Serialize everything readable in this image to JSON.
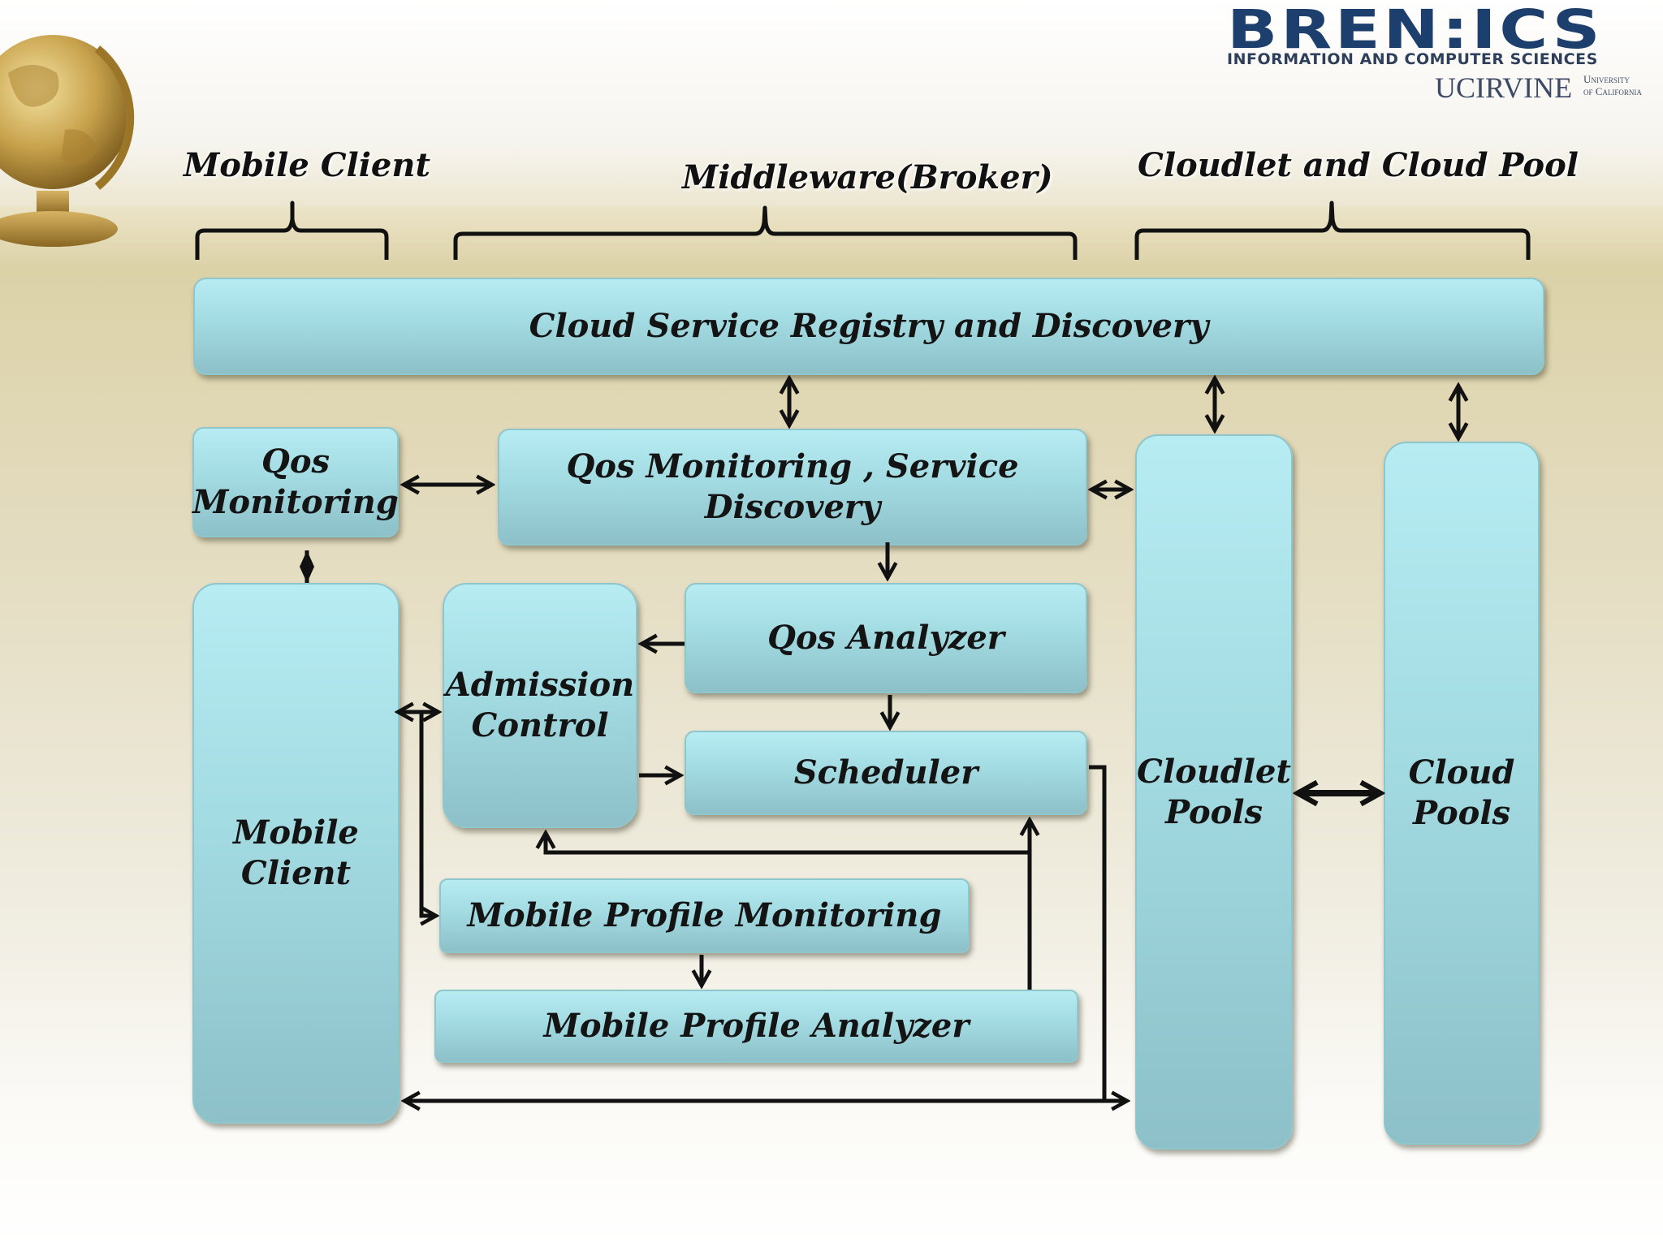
{
  "logo": {
    "wordmark": "BREN:ICS",
    "subtitle": "INFORMATION AND COMPUTER SCIENCES",
    "university": "UCIRVINE",
    "uc_line1": "University",
    "uc_line2": "of California"
  },
  "headers": {
    "mobile_client": "Mobile Client",
    "middleware": "Middleware(Broker)",
    "cloud_pool": "Cloudlet and Cloud Pool"
  },
  "boxes": {
    "registry": "Cloud Service Registry and Discovery",
    "qos_monitoring_l1": "Qos",
    "qos_monitoring_l2": "Monitoring",
    "qos_service_discovery": "Qos Monitoring , Service Discovery",
    "qos_analyzer": "Qos Analyzer",
    "admission_l1": "Admission",
    "admission_l2": "Control",
    "scheduler": "Scheduler",
    "mobile_profile_monitoring": "Mobile Profile Monitoring",
    "mobile_profile_analyzer": "Mobile Profile Analyzer",
    "mobile_client_l1": "Mobile",
    "mobile_client_l2": "Client",
    "cloudlet_l1": "Cloudlet",
    "cloudlet_l2": "Pools",
    "cloud_l1": "Cloud",
    "cloud_l2": "Pools"
  },
  "colors": {
    "box_fill": "#a3dbe2",
    "arrow": "#111111",
    "logo": "#1c3f6e"
  }
}
